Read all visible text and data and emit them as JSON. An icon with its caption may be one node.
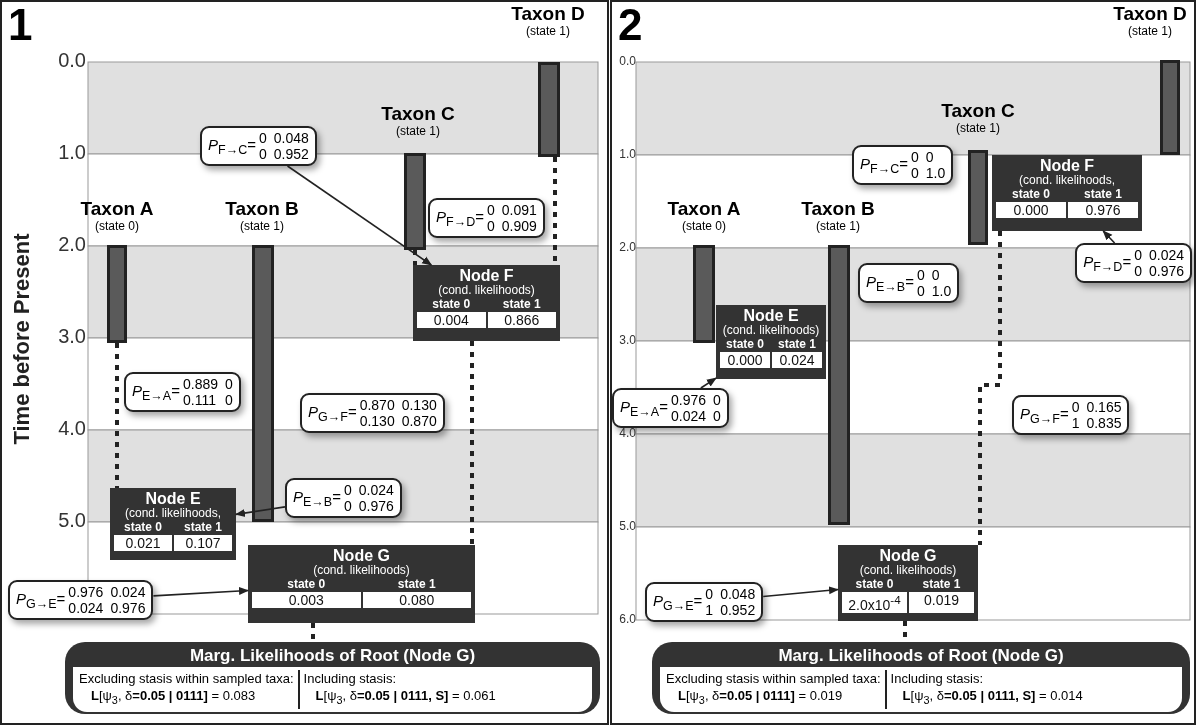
{
  "diagram": {
    "nodes": [
      {
        "text": [
          "1"
        ]
      },
      {
        "text": [
          "Taxon A",
          "(state 0)"
        ],
        "in": 0
      },
      {
        "text": [
          "Taxon B",
          "(state 1)"
        ],
        "in": 0
      },
      {
        "text": [
          "Taxon C",
          "(state 1)"
        ],
        "in": 0
      },
      {
        "text": [
          "Taxon D",
          "(state 1)"
        ],
        "in": 0
      },
      {
        "text": [
          "*P*$_{F→C}$=",
          "0",
          "0.048",
          "0",
          "0.952"
        ],
        "in": 0
      },
      {
        "text": [
          "Node F",
          "(cond. likelihoods)",
          "state 0",
          "state 1",
          "0.004",
          "0.866"
        ],
        "in": 0
      },
      {
        "text": [
          "*P*$_{F→D}$=",
          "0",
          "0.091",
          "0",
          "0.909"
        ],
        "in": 0
      },
      {
        "text": [
          "*P*$_{E→A}$=",
          "0.889",
          "0",
          "0.111",
          "0"
        ],
        "in": 0
      },
      {
        "text": [
          "*P*$_{G→F}$=",
          "0.870",
          "0.130",
          "0.130",
          "0.870"
        ],
        "in": 0
      },
      {
        "text": [
          "*P*$_{E→B}$=",
          "0",
          "0.024",
          "0",
          "0.976"
        ],
        "in": 0
      },
      {
        "text": [
          "Node E",
          "(cond. likelihoods,",
          "state 0",
          "state 1",
          "0.021",
          "0.107"
        ],
        "in": 0
      },
      {
        "text": [
          "Node G",
          "(cond. likelihoods)",
          "state 0",
          "state 1",
          "0.003",
          "0.080"
        ],
        "in": 0
      },
      {
        "text": [
          "*P*$_{G→E}$=",
          "0.976",
          "0.024",
          "0.024",
          "0.976"
        ],
        "in": 0
      },
      {
        "text": [
          "Marg. Likelihoods of Root (Node G)",
          "Excluding stasis within sampled taxa:",
          "**L**[ψ$_{3}$, δ**=0.05 | 0111]** = 0.083",
          "Including stasis:",
          "**L**[ψ$_{3}$, δ**=0.05 | 0111, S]** = 0.061"
        ],
        "in": 0
      },
      {
        "text": [
          "2"
        ]
      },
      {
        "text": [
          "Taxon A",
          "(state 0)"
        ],
        "in": 15
      },
      {
        "text": [
          "Taxon B",
          "(state 1)"
        ],
        "in": 15
      },
      {
        "text": [
          "Taxon C",
          "(state 1)"
        ],
        "in": 15
      },
      {
        "text": [
          "Taxon D",
          "(state 1)"
        ],
        "in": 15
      },
      {
        "text": [
          "*P*$_{F→C}$=",
          "0",
          "0",
          "0",
          "1.0"
        ],
        "in": 15
      },
      {
        "text": [
          "Node F",
          "(cond. likelihoods,",
          "state 0",
          "state 1",
          "0.000",
          "0.976"
        ],
        "in": 15
      },
      {
        "text": [
          "*P*$_{F→D}$=",
          "0",
          "0.024",
          "0",
          "0.976"
        ],
        "in": 15
      },
      {
        "text": [
          "*P*$_{E→A}$=",
          "0.976",
          "0",
          "0.024",
          "0"
        ],
        "in": 15
      },
      {
        "text": [
          "*P*$_{G→F}$=",
          "0",
          "0.165",
          "1",
          "0.835"
        ],
        "in": 15
      },
      {
        "text": [
          "*P*$_{E→B}$=",
          "0",
          "0",
          "0",
          "1.0"
        ],
        "in": 15
      },
      {
        "text": [
          "Node E",
          "(cond. likelihoods)",
          "state 0",
          "state 1",
          "0.000",
          "0.024"
        ],
        "in": 15
      },
      {
        "text": [
          "Node G",
          "(cond. likelihoods)",
          "state 0",
          "state 1",
          "2.0x10$^{-4}$",
          "0.019"
        ],
        "in": 15
      },
      {
        "text": [
          "*P*$_{G→E}$=",
          "0",
          "0.048",
          "1",
          "0.952"
        ],
        "in": 15
      },
      {
        "text": [
          "Marg. Likelihoods of Root (Node G)",
          "Excluding stasis within sampled taxa:",
          "**L**[ψ$_{3}$, δ**=0.05 | 0111]** = 0.019",
          "Including stasis:",
          "**L**[ψ$_{3}$, δ**=0.05 | 0111, S]** = 0.014"
        ],
        "in": 15
      }
    ],
    "edges": [
      {
        "from": 5,
        "to": 6,
        "arrow": "to"
      },
      {
        "from": 10,
        "to": 11,
        "arrow": "to"
      },
      {
        "from": 13,
        "to": 12,
        "arrow": "to"
      },
      {
        "from": 1,
        "to": 11,
        "arrow": "none",
        "style": "dashed"
      },
      {
        "from": 3,
        "to": 6,
        "arrow": "none",
        "style": "dashed"
      },
      {
        "from": 4,
        "to": 6,
        "arrow": "none",
        "style": "dashed"
      },
      {
        "from": 6,
        "to": 12,
        "arrow": "none",
        "style": "dashed"
      },
      {
        "from": 12,
        "to": 14,
        "arrow": "none",
        "style": "dashed"
      },
      {
        "from": 22,
        "to": 21,
        "arrow": "to"
      },
      {
        "from": 23,
        "to": 26,
        "arrow": "to"
      },
      {
        "from": 28,
        "to": 27,
        "arrow": "to"
      },
      {
        "from": 21,
        "to": 27,
        "arrow": "none",
        "style": "dashed"
      },
      {
        "from": 27,
        "to": 29,
        "arrow": "none",
        "style": "dashed"
      }
    ],
    "labels": [
      "0.0",
      "1.0",
      "2.0",
      "3.0",
      "4.0",
      "5.0",
      "Time before Present",
      "0.0",
      "1.0",
      "2.0",
      "3.0",
      "4.0",
      "5.0",
      "6.0"
    ]
  }
}
